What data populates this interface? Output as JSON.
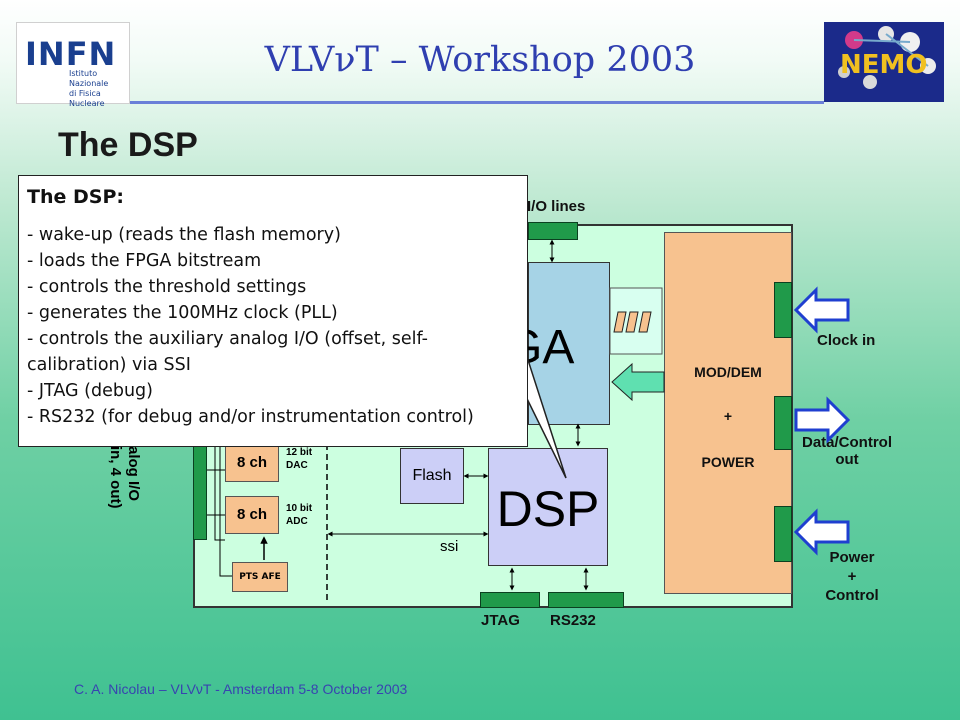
{
  "header": {
    "title": "VLVνT – Workshop 2003",
    "infn_logo_text": "INFN",
    "infn_logo_subtitle": [
      "Istituto Nazionale",
      "di Fisica Nucleare"
    ],
    "nemo_logo_text": "NEMO"
  },
  "slide_title": "The DSP",
  "diagram": {
    "io_lines": "I/O lines",
    "fpga_label": "GA",
    "moddem": {
      "line1": "MOD/DEM",
      "line2": "+",
      "line3": "POWER"
    },
    "clock_in": "Clock in",
    "data_control_out": [
      "Data/Control",
      "out"
    ],
    "power_control": [
      "Power",
      "+",
      "Control"
    ],
    "dsp_label": "DSP",
    "flash_label": "Flash",
    "ssi_label": "ssi",
    "dac_box": "8 ch",
    "dac_bits": [
      "12 bit",
      "DAC"
    ],
    "adc_box": "8 ch",
    "adc_bits": [
      "10 bit",
      "ADC"
    ],
    "pts_afe": "PTS AFE",
    "analog_io_label": "alog I/O",
    "analog_io_sub": "in, 4 out)",
    "jtag": "JTAG",
    "rs232": "RS232"
  },
  "popup": {
    "heading": "The DSP:",
    "items": [
      " - wake-up (reads the flash memory)",
      " - loads the FPGA bitstream",
      " - controls the threshold settings",
      " - generates the 100MHz clock (PLL)",
      " - controls the auxiliary analog I/O (offset, self-calibration) via SSI",
      " - JTAG (debug)",
      " - RS232 (for debug and/or instrumentation control)"
    ]
  },
  "footer": "C. A. Nicolau – VLVνT - Amsterdam 5-8 October 2003",
  "colors": {
    "title_blue": "#2f3fb0",
    "board_fill": "#ccffe0",
    "fpga_fill": "#a6d3e6",
    "moddem_fill": "#f7c28f",
    "dsp_fill": "#cccff7",
    "port_green": "#209a4a",
    "arrow_blue": "#1f3fd0"
  }
}
